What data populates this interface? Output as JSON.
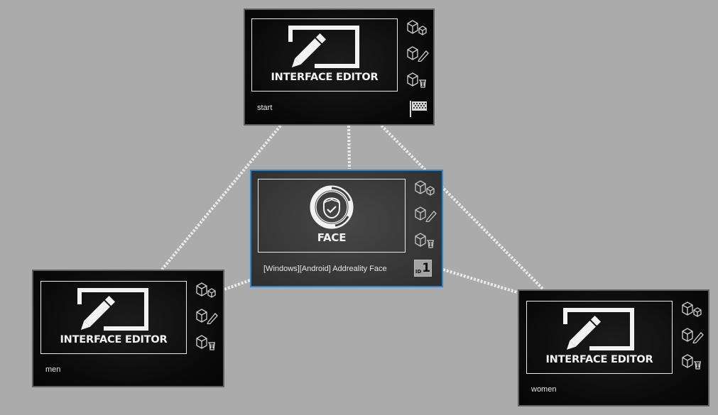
{
  "canvas": {
    "background": "#ababab",
    "selection_color": "#2a86d0"
  },
  "nodes": [
    {
      "id": "start",
      "type": "interface-editor",
      "title": "INTERFACE EDITOR",
      "caption": "start",
      "icon": "pencil-screen-icon",
      "tools": [
        "duplicate-icon",
        "edit-icon",
        "delete-icon"
      ],
      "start_flag": "checkered-flag-icon",
      "selected": false
    },
    {
      "id": "face",
      "type": "face",
      "title": "FACE",
      "caption": "[Windows][Android] Addreality Face",
      "icon": "face-recognition-icon",
      "tools": [
        "duplicate-icon",
        "edit-icon",
        "delete-icon"
      ],
      "id_badge": {
        "label": "ID",
        "value": "1"
      },
      "selected": true
    },
    {
      "id": "men",
      "type": "interface-editor",
      "title": "INTERFACE EDITOR",
      "caption": "men",
      "icon": "pencil-screen-icon",
      "tools": [
        "duplicate-icon",
        "edit-icon",
        "delete-icon"
      ],
      "selected": false
    },
    {
      "id": "women",
      "type": "interface-editor",
      "title": "INTERFACE EDITOR",
      "caption": "women",
      "icon": "pencil-screen-icon",
      "tools": [
        "duplicate-icon",
        "edit-icon",
        "delete-icon"
      ],
      "selected": false
    }
  ],
  "connections": [
    {
      "from": "start",
      "to": "face"
    },
    {
      "from": "start",
      "to": "men"
    },
    {
      "from": "start",
      "to": "women"
    },
    {
      "from": "face",
      "to": "men"
    },
    {
      "from": "face",
      "to": "women"
    }
  ]
}
